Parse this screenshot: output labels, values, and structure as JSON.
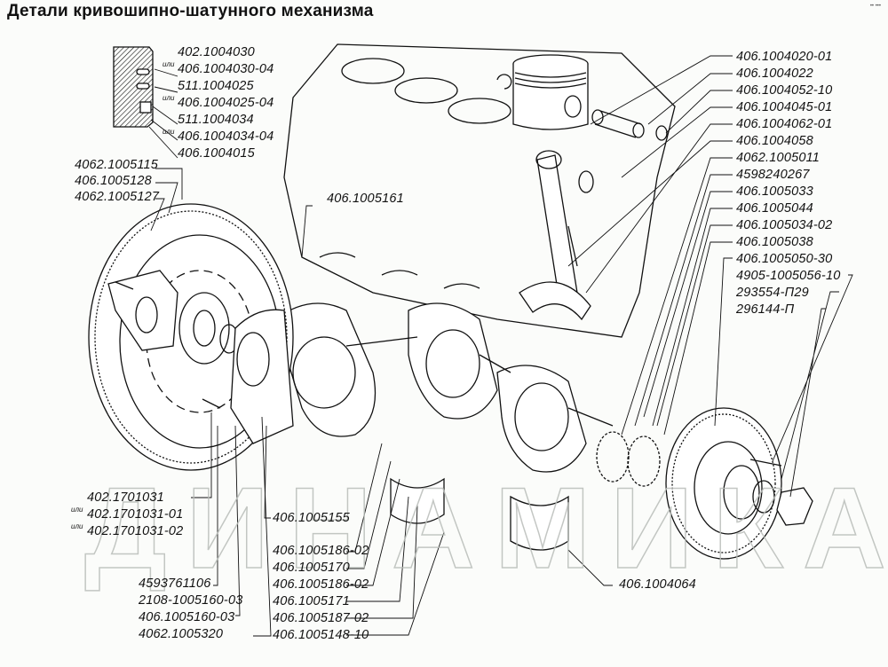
{
  "title": "Детали кривошипно-шатунного механизма",
  "corner_mark": "•• •••",
  "watermark": "ДИНАМИКА",
  "or_word": "или",
  "labels": {
    "piston_rings": [
      "402.1004030",
      "406.1004030-04",
      "511.1004025",
      "406.1004025-04",
      "511.1004034",
      "406.1004034-04",
      "406.1004015"
    ],
    "left_upper": [
      "4062.1005115",
      "406.1005128",
      "4062.1005127"
    ],
    "center_upper": [
      "406.1005161"
    ],
    "right_column": [
      "406.1004020-01",
      "406.1004022",
      "406.1004052-10",
      "406.1004045-01",
      "406.1004062-01",
      "406.1004058",
      "4062.1005011",
      "4598240267",
      "406.1005033",
      "406.1005044",
      "406.1005034-02",
      "406.1005038",
      "406.1005050-30",
      "4905-1005056-10",
      "293554-П29",
      "296144-П"
    ],
    "left_lower": [
      "402.1701031",
      "402.1701031-01",
      "402.1701031-02"
    ],
    "left_bottom": [
      "4593761106",
      "2108-1005160-03",
      "406.1005160-03",
      "4062.1005320"
    ],
    "center_bottom": [
      "406.1005155",
      "406.1005186-02",
      "406.1005170",
      "406.1005186-02",
      "406.1005171",
      "406.1005187-02",
      "406.1005148-10"
    ],
    "right_bottom": [
      "406.1004064"
    ]
  }
}
